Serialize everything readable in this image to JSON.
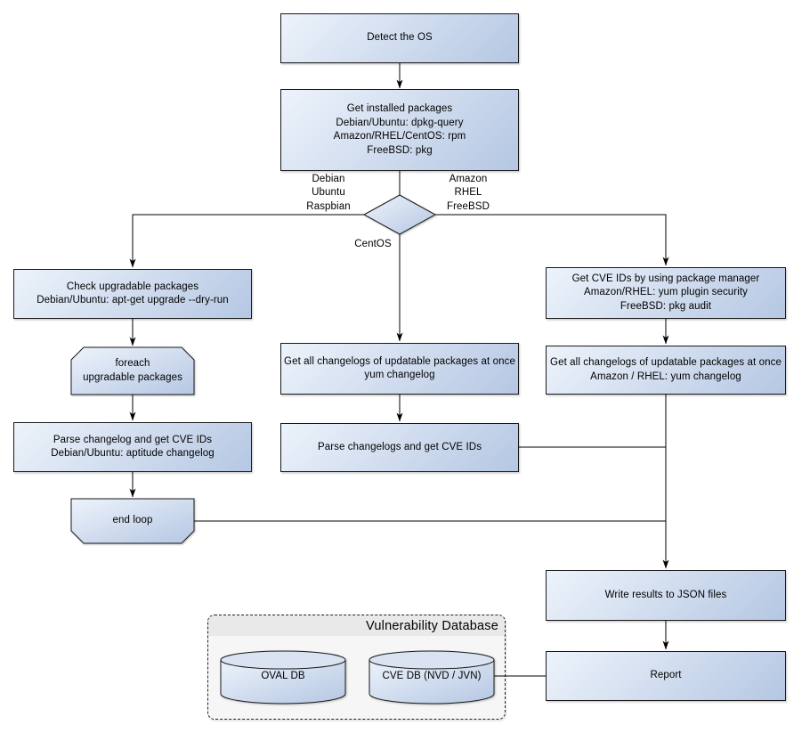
{
  "nodes": {
    "detect_os": {
      "lines": [
        "Detect the OS"
      ]
    },
    "get_installed_packages": {
      "lines": [
        "Get installed packages",
        "Debian/Ubuntu: dpkg-query",
        "Amazon/RHEL/CentOS: rpm",
        "FreeBSD: pkg"
      ]
    },
    "check_upgradable_packages": {
      "lines": [
        "Check upgradable packages",
        "Debian/Ubuntu: apt-get upgrade --dry-run"
      ]
    },
    "foreach_loop": {
      "lines": [
        "foreach",
        "upgradable  packages"
      ]
    },
    "parse_changelog_debian": {
      "lines": [
        "Parse changelog and get  CVE IDs",
        "Debian/Ubuntu: aptitude changelog"
      ]
    },
    "end_loop": {
      "lines": [
        "end loop"
      ]
    },
    "get_changelogs_yum": {
      "lines": [
        "Get all changelogs of updatable packages at once",
        "yum changelog"
      ]
    },
    "parse_changelogs_yum": {
      "lines": [
        "Parse changelogs and get CVE IDs"
      ]
    },
    "get_cve_ids_package_manager": {
      "lines": [
        "Get CVE IDs by using package manager",
        "Amazon/RHEL: yum plugin security",
        "FreeBSD: pkg audit"
      ]
    },
    "get_changelogs_amazon_rhel": {
      "lines": [
        "Get all changelogs of updatable packages at once",
        "Amazon / RHEL: yum changelog"
      ]
    },
    "write_results_json": {
      "lines": [
        "Write results to JSON files"
      ]
    },
    "report": {
      "lines": [
        "Report"
      ]
    }
  },
  "branch_labels": {
    "left": {
      "lines": [
        "Debian",
        "Ubuntu",
        "Raspbian"
      ]
    },
    "right": {
      "lines": [
        "Amazon",
        "RHEL",
        "FreeBSD"
      ]
    },
    "bottom": {
      "lines": [
        "CentOS"
      ]
    }
  },
  "vulnerability_database": {
    "title": "Vulnerability Database",
    "databases": [
      "OVAL DB",
      "CVE DB (NVD / JVN)"
    ]
  },
  "colors": {
    "node_fill_light": "#edf3fb",
    "node_fill_dark": "#b5c7e3",
    "node_border": "#1a1a1a",
    "db_container_bg": "#f6f6f6",
    "db_container_header_bg": "#e9e9e9",
    "connector": "#000000"
  }
}
